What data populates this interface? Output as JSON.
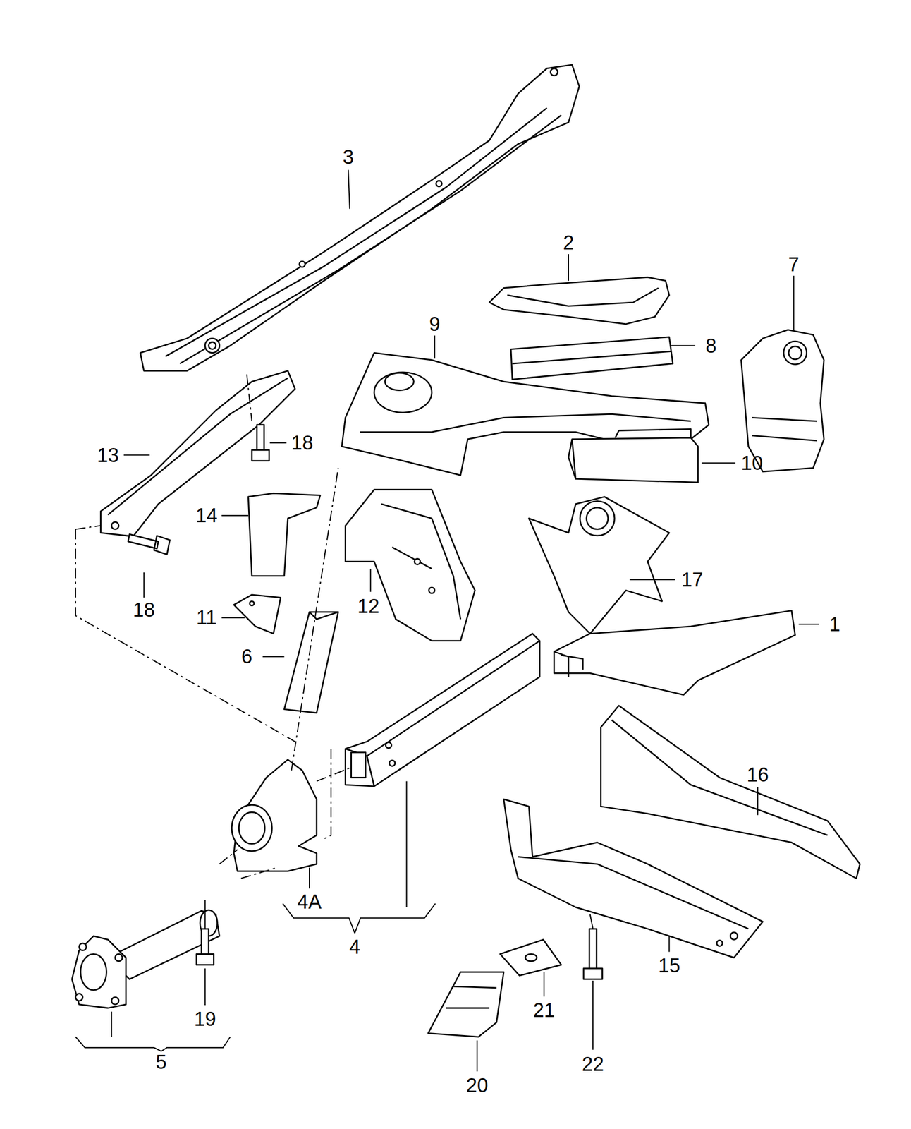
{
  "diagram": {
    "labels": [
      "3",
      "2",
      "7",
      "9",
      "8",
      "13",
      "18",
      "14",
      "10",
      "12",
      "17",
      "18",
      "11",
      "1",
      "6",
      "16",
      "4A",
      "4",
      "15",
      "19",
      "21",
      "5",
      "22",
      "20"
    ]
  }
}
